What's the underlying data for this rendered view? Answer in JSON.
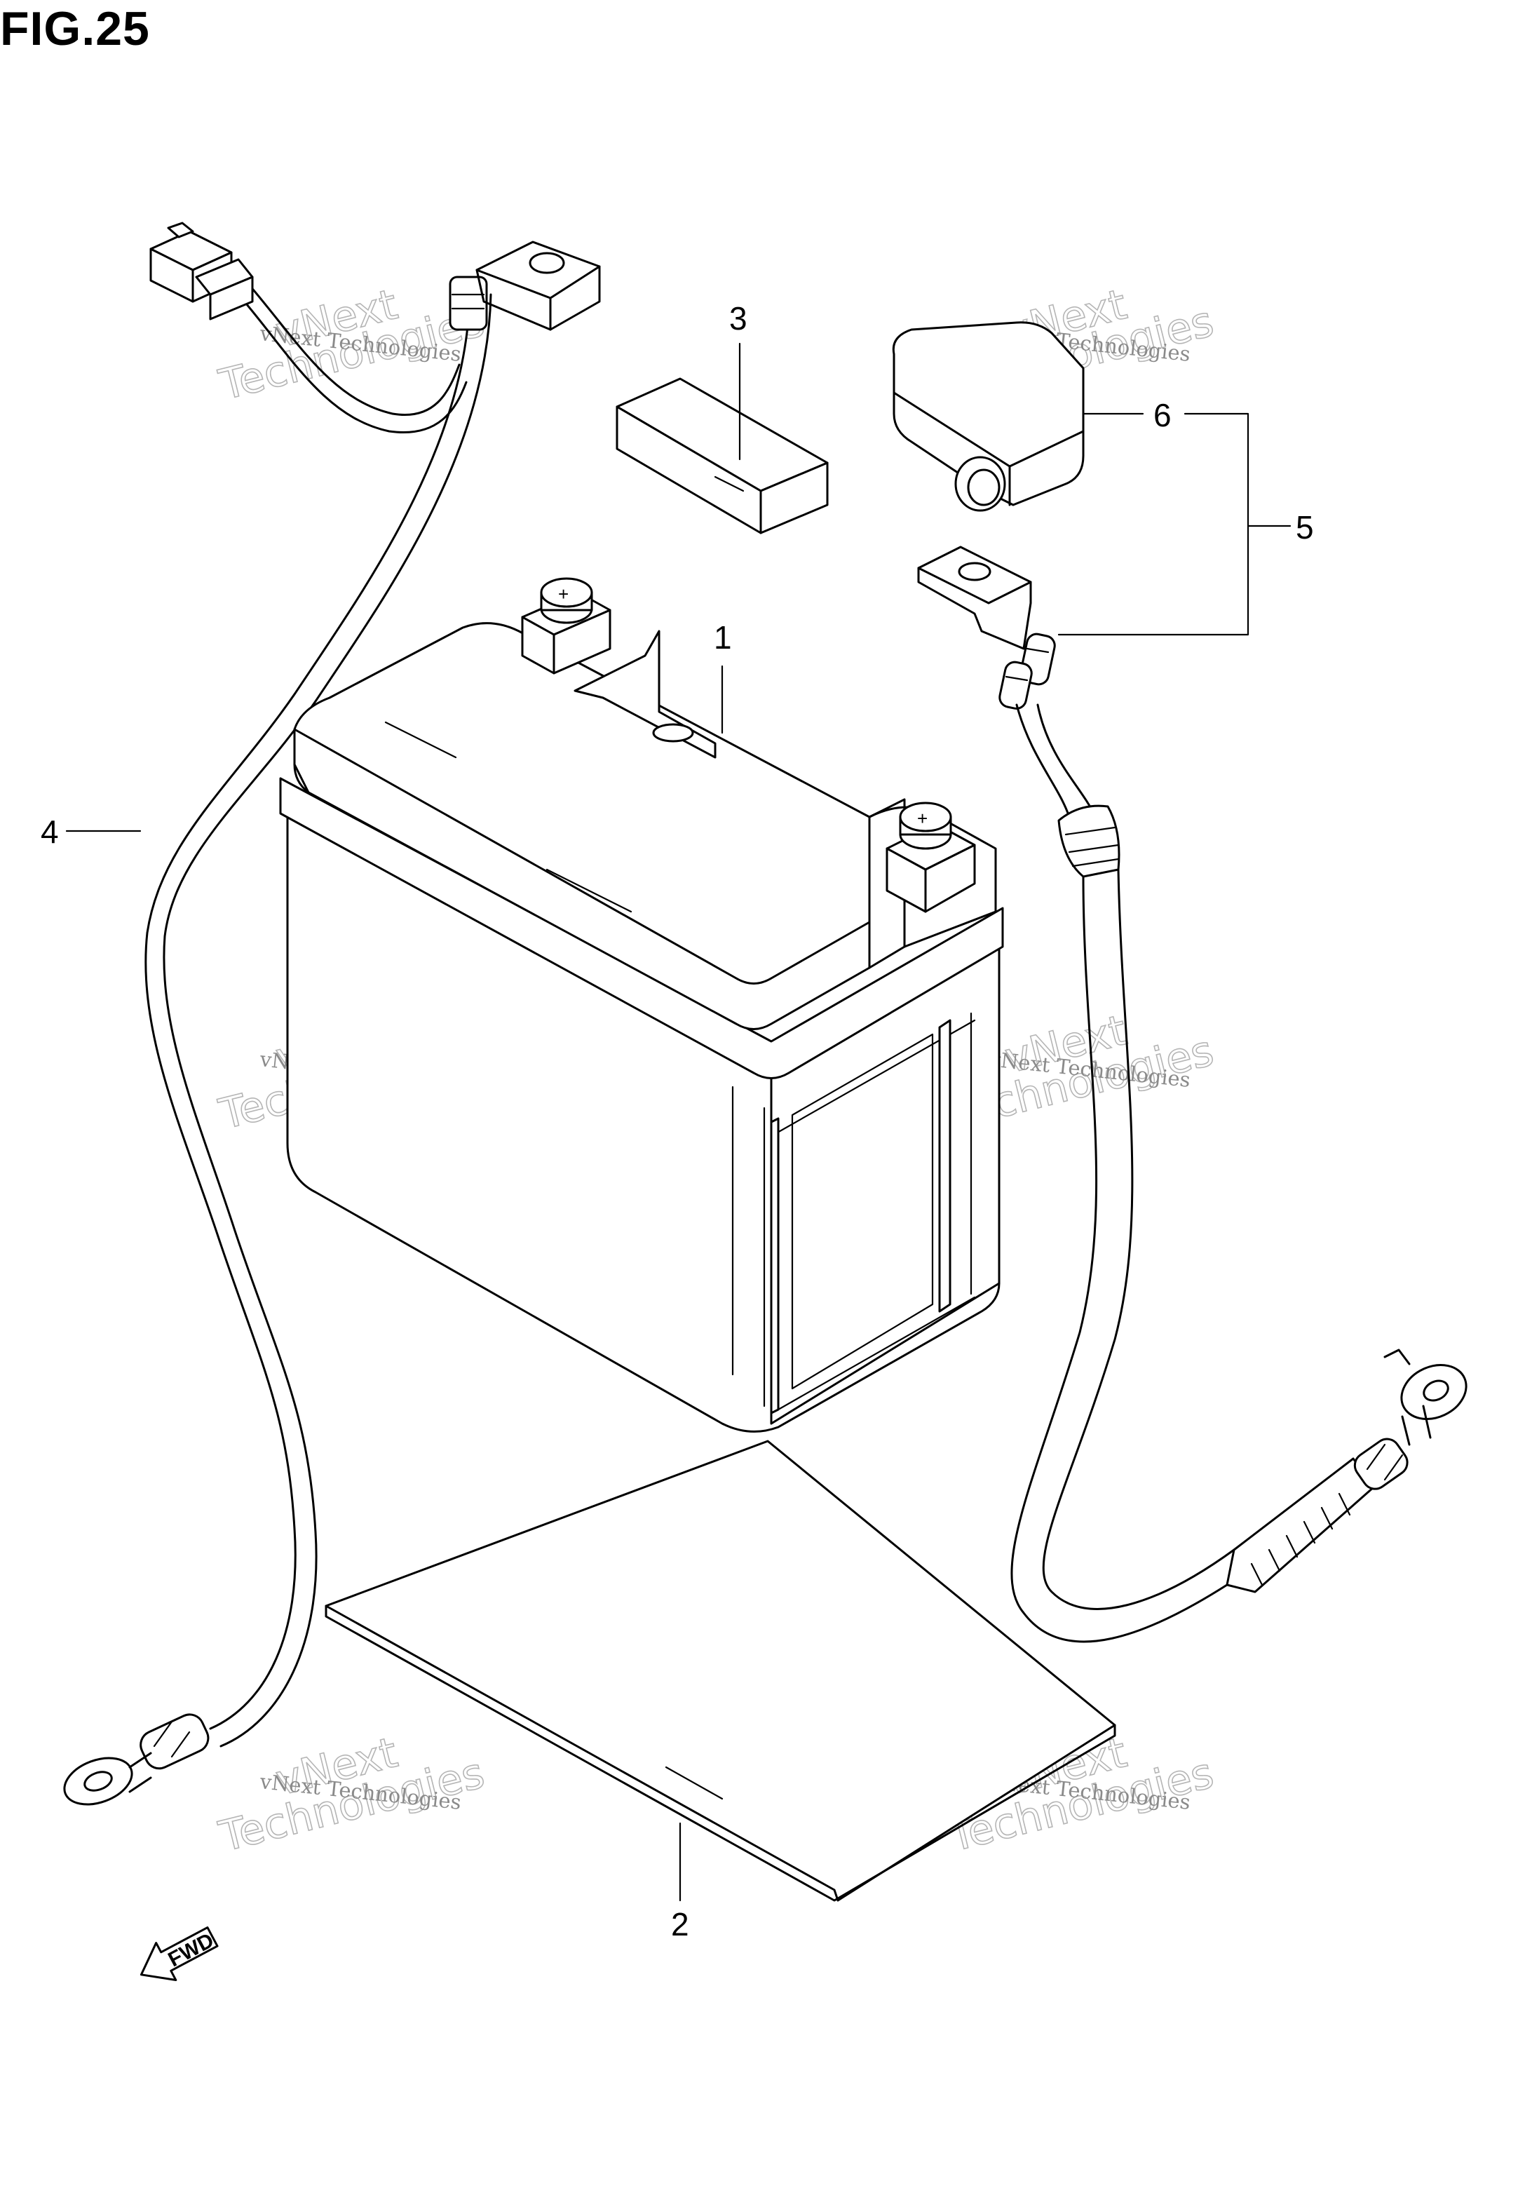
{
  "figure": {
    "title": "FIG.25"
  },
  "callouts": [
    {
      "id": "1",
      "label": "1"
    },
    {
      "id": "2",
      "label": "2"
    },
    {
      "id": "3",
      "label": "3"
    },
    {
      "id": "4",
      "label": "4"
    },
    {
      "id": "5",
      "label": "5"
    },
    {
      "id": "6",
      "label": "6"
    }
  ],
  "fwd_marker": {
    "label": "FWD"
  },
  "terminals": {
    "positive": "+",
    "negative": "+"
  },
  "watermark": {
    "line1": "vNext Technologies",
    "line2": "vNext",
    "line3": "Technologies"
  }
}
